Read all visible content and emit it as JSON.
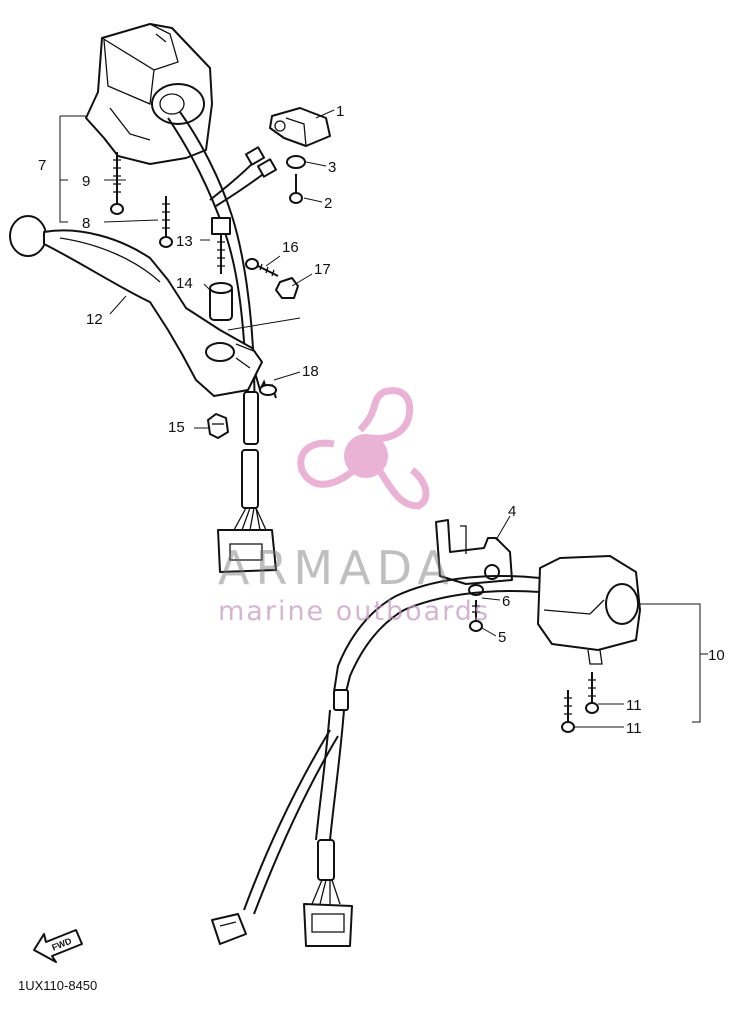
{
  "callouts": [
    {
      "id": "c1",
      "text": "1"
    },
    {
      "id": "c2",
      "text": "2"
    },
    {
      "id": "c3",
      "text": "3"
    },
    {
      "id": "c4",
      "text": "4"
    },
    {
      "id": "c5",
      "text": "5"
    },
    {
      "id": "c6",
      "text": "6"
    },
    {
      "id": "c7",
      "text": "7"
    },
    {
      "id": "c8",
      "text": "8"
    },
    {
      "id": "c9",
      "text": "9"
    },
    {
      "id": "c10",
      "text": "10"
    },
    {
      "id": "c11a",
      "text": "11"
    },
    {
      "id": "c11b",
      "text": "11"
    },
    {
      "id": "c12",
      "text": "12"
    },
    {
      "id": "c13",
      "text": "13"
    },
    {
      "id": "c14",
      "text": "14"
    },
    {
      "id": "c15",
      "text": "15"
    },
    {
      "id": "c16",
      "text": "16"
    },
    {
      "id": "c17",
      "text": "17"
    },
    {
      "id": "c18",
      "text": "18"
    }
  ],
  "diagram_code": "1UX110-8450",
  "forward_marker": "FWD",
  "watermark": {
    "brand": "ARMADA",
    "tagline": "marine outboards",
    "logo_color": "#e7a6cf",
    "text_color": "#777777"
  }
}
